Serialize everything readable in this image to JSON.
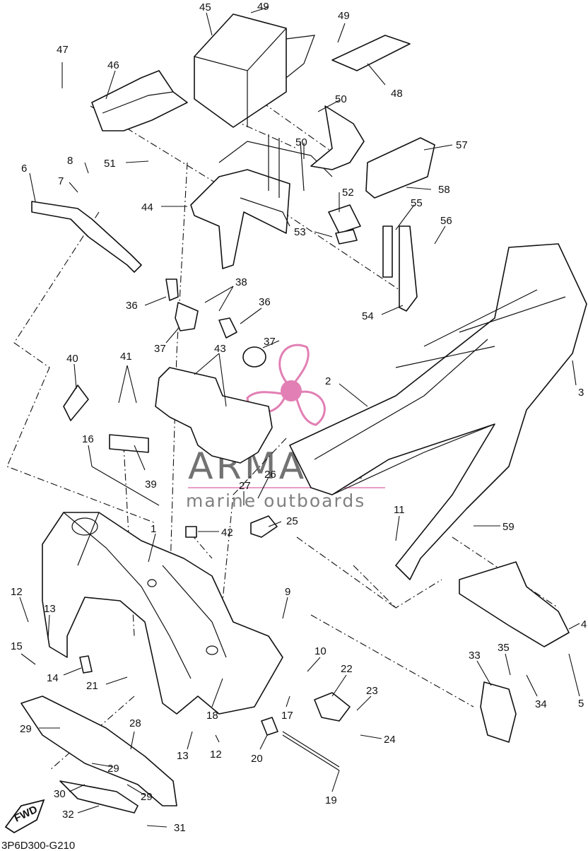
{
  "diagram_code": "3P6D300-G210",
  "fwd_label": "FWD",
  "watermark": {
    "brand": "ARMADA",
    "tagline": "marine outboards",
    "accent_color": "#e27fb4",
    "text_color": "#5a5a5a"
  },
  "callouts": [
    {
      "id": "c1",
      "text": "1"
    },
    {
      "id": "c2",
      "text": "2"
    },
    {
      "id": "c3",
      "text": "3"
    },
    {
      "id": "c4",
      "text": "4"
    },
    {
      "id": "c5",
      "text": "5"
    },
    {
      "id": "c6",
      "text": "6"
    },
    {
      "id": "c7",
      "text": "7"
    },
    {
      "id": "c8",
      "text": "8"
    },
    {
      "id": "c9",
      "text": "9"
    },
    {
      "id": "c10",
      "text": "10"
    },
    {
      "id": "c11",
      "text": "11"
    },
    {
      "id": "c12a",
      "text": "12"
    },
    {
      "id": "c12b",
      "text": "12"
    },
    {
      "id": "c13a",
      "text": "13"
    },
    {
      "id": "c13b",
      "text": "13"
    },
    {
      "id": "c14",
      "text": "14"
    },
    {
      "id": "c15",
      "text": "15"
    },
    {
      "id": "c16",
      "text": "16"
    },
    {
      "id": "c17",
      "text": "17"
    },
    {
      "id": "c18",
      "text": "18"
    },
    {
      "id": "c19",
      "text": "19"
    },
    {
      "id": "c20",
      "text": "20"
    },
    {
      "id": "c21",
      "text": "21"
    },
    {
      "id": "c22",
      "text": "22"
    },
    {
      "id": "c23",
      "text": "23"
    },
    {
      "id": "c24",
      "text": "24"
    },
    {
      "id": "c25",
      "text": "25"
    },
    {
      "id": "c26",
      "text": "26"
    },
    {
      "id": "c27",
      "text": "27"
    },
    {
      "id": "c28",
      "text": "28"
    },
    {
      "id": "c29a",
      "text": "29"
    },
    {
      "id": "c29b",
      "text": "29"
    },
    {
      "id": "c29c",
      "text": "29"
    },
    {
      "id": "c30",
      "text": "30"
    },
    {
      "id": "c31",
      "text": "31"
    },
    {
      "id": "c32",
      "text": "32"
    },
    {
      "id": "c33",
      "text": "33"
    },
    {
      "id": "c34",
      "text": "34"
    },
    {
      "id": "c35",
      "text": "35"
    },
    {
      "id": "c36a",
      "text": "36"
    },
    {
      "id": "c36b",
      "text": "36"
    },
    {
      "id": "c37a",
      "text": "37"
    },
    {
      "id": "c37b",
      "text": "37"
    },
    {
      "id": "c38",
      "text": "38"
    },
    {
      "id": "c39",
      "text": "39"
    },
    {
      "id": "c40",
      "text": "40"
    },
    {
      "id": "c41",
      "text": "41"
    },
    {
      "id": "c42",
      "text": "42"
    },
    {
      "id": "c43",
      "text": "43"
    },
    {
      "id": "c44",
      "text": "44"
    },
    {
      "id": "c45",
      "text": "45"
    },
    {
      "id": "c46",
      "text": "46"
    },
    {
      "id": "c47",
      "text": "47"
    },
    {
      "id": "c48",
      "text": "48"
    },
    {
      "id": "c49a",
      "text": "49"
    },
    {
      "id": "c49b",
      "text": "49"
    },
    {
      "id": "c50a",
      "text": "50"
    },
    {
      "id": "c50b",
      "text": "50"
    },
    {
      "id": "c51",
      "text": "51"
    },
    {
      "id": "c52",
      "text": "52"
    },
    {
      "id": "c53",
      "text": "53"
    },
    {
      "id": "c54",
      "text": "54"
    },
    {
      "id": "c55",
      "text": "55"
    },
    {
      "id": "c56",
      "text": "56"
    },
    {
      "id": "c57",
      "text": "57"
    },
    {
      "id": "c58",
      "text": "58"
    },
    {
      "id": "c59",
      "text": "59"
    }
  ]
}
